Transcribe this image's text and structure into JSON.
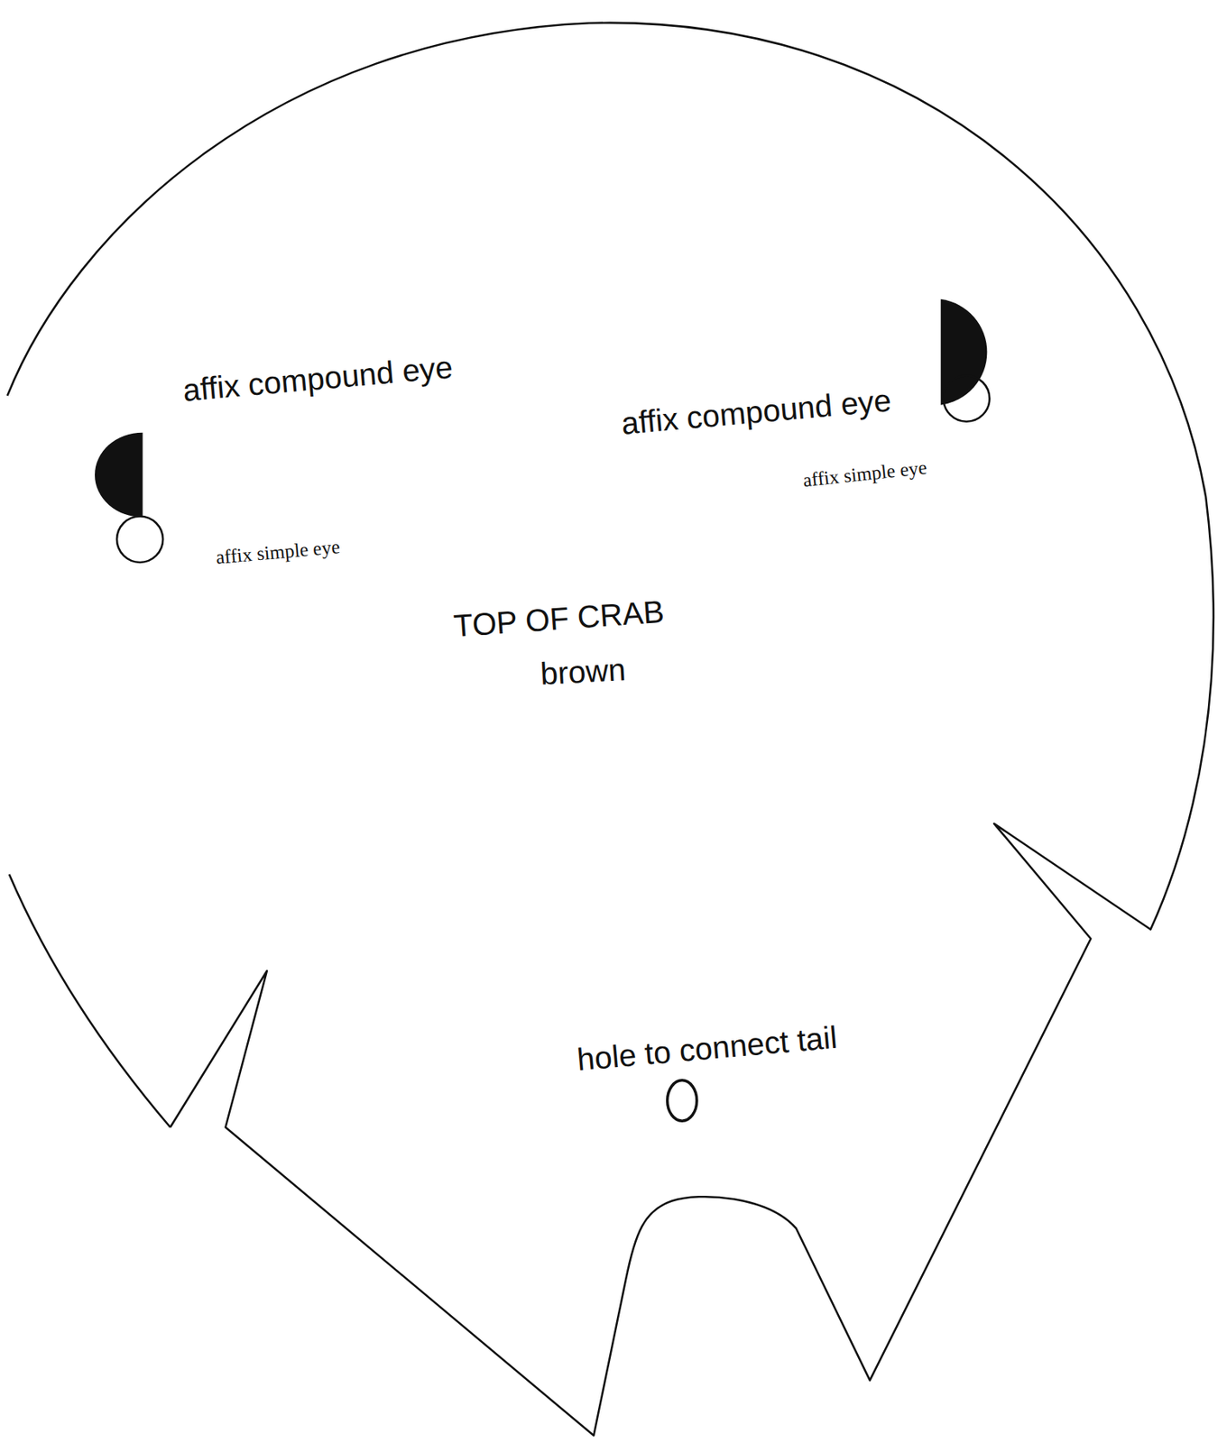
{
  "diagram": {
    "labels": [
      "affix compound eye",
      "affix compound eye",
      "affix simple eye",
      "affix simple eye",
      "TOP OF CRAB",
      "brown",
      "hole to connect tail"
    ]
  }
}
